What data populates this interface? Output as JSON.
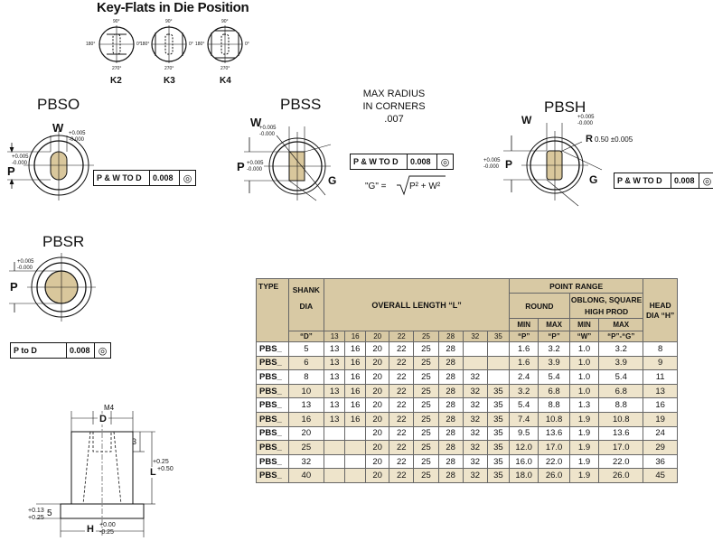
{
  "key_flats": {
    "title": "Key-Flats in Die Position",
    "angles": {
      "top": "90°",
      "left": "180°",
      "right": "0°",
      "bottom": "270°"
    },
    "labels": [
      "K2",
      "K3",
      "K4"
    ]
  },
  "pbso": {
    "title": "PBSO",
    "w": "W",
    "w_tol_plus": "+0.005",
    "w_tol_minus": "-0.000",
    "p": "P",
    "p_tol_plus": "+0.005",
    "p_tol_minus": "-0.000",
    "tol": {
      "label": "P & W TO D",
      "value": "0.008"
    }
  },
  "pbss": {
    "title": "PBSS",
    "w": "W",
    "w_tol_plus": "+0.005",
    "w_tol_minus": "-0.000",
    "p": "P",
    "p_tol_plus": "+0.005",
    "p_tol_minus": "-0.000",
    "g": "G",
    "tol": {
      "label": "P & W TO D",
      "value": "0.008"
    },
    "formula_lhs": "\"G\" =",
    "formula_rhs": "P² + W²"
  },
  "max_radius": {
    "line1": "MAX RADIUS",
    "line2": "IN CORNERS",
    "line3": ".007"
  },
  "pbsh": {
    "title": "PBSH",
    "w": "W",
    "w_tol_plus": "+0.005",
    "w_tol_minus": "-0.000",
    "p": "P",
    "p_tol_plus": "+0.005",
    "p_tol_minus": "-0.000",
    "r": "R",
    "r_value": "0.50 ±0.005",
    "g": "G",
    "tol": {
      "label": "P & W TO D",
      "value": "0.008"
    }
  },
  "pbsr": {
    "title": "PBSR",
    "p": "P",
    "p_tol_plus": "+0.005",
    "p_tol_minus": "-0.000",
    "tol": {
      "label": "P to D",
      "value": "0.008"
    }
  },
  "punch": {
    "m4": "M4",
    "d": "D",
    "three": "3",
    "l": "L",
    "l_tol_plus": "+0.25",
    "l_tol_minus": "+0.50",
    "h": "H",
    "h_tol_plus": "+0.00",
    "h_tol_minus": "-0.25",
    "five": "5",
    "five_tol_plus": "+0.13",
    "five_tol_minus": "+0.25"
  },
  "table": {
    "h_type": "TYPE",
    "h_shank": "SHANK",
    "h_dia": "DIA",
    "h_d": "“D”",
    "h_overall": "OVERALL LENGTH “L”",
    "lengths": [
      "13",
      "16",
      "20",
      "22",
      "25",
      "28",
      "32",
      "35"
    ],
    "h_point_range": "POINT RANGE",
    "h_round": "ROUND",
    "h_oblong": "OBLONG, SQUARE HIGH PROD",
    "h_min": "MIN",
    "h_max": "MAX",
    "h_p": "“P”",
    "h_w": "“W”",
    "h_pg": "“P”-“G”",
    "h_head": "HEAD DIA “H”",
    "rows": [
      {
        "type": "PBS_",
        "d": "5",
        "l": [
          "13",
          "16",
          "20",
          "22",
          "25",
          "28",
          "",
          ""
        ],
        "rmin": "1.6",
        "rmax": "3.2",
        "omin": "1.0",
        "omax": "3.2",
        "h": "8"
      },
      {
        "type": "PBS_",
        "d": "6",
        "l": [
          "13",
          "16",
          "20",
          "22",
          "25",
          "28",
          "",
          ""
        ],
        "rmin": "1.6",
        "rmax": "3.9",
        "omin": "1.0",
        "omax": "3.9",
        "h": "9"
      },
      {
        "type": "PBS_",
        "d": "8",
        "l": [
          "13",
          "16",
          "20",
          "22",
          "25",
          "28",
          "32",
          ""
        ],
        "rmin": "2.4",
        "rmax": "5.4",
        "omin": "1.0",
        "omax": "5.4",
        "h": "11"
      },
      {
        "type": "PBS_",
        "d": "10",
        "l": [
          "13",
          "16",
          "20",
          "22",
          "25",
          "28",
          "32",
          "35"
        ],
        "rmin": "3.2",
        "rmax": "6.8",
        "omin": "1.0",
        "omax": "6.8",
        "h": "13"
      },
      {
        "type": "PBS_",
        "d": "13",
        "l": [
          "13",
          "16",
          "20",
          "22",
          "25",
          "28",
          "32",
          "35"
        ],
        "rmin": "5.4",
        "rmax": "8.8",
        "omin": "1.3",
        "omax": "8.8",
        "h": "16"
      },
      {
        "type": "PBS_",
        "d": "16",
        "l": [
          "13",
          "16",
          "20",
          "22",
          "25",
          "28",
          "32",
          "35"
        ],
        "rmin": "7.4",
        "rmax": "10.8",
        "omin": "1.9",
        "omax": "10.8",
        "h": "19"
      },
      {
        "type": "PBS_",
        "d": "20",
        "l": [
          "",
          "",
          "20",
          "22",
          "25",
          "28",
          "32",
          "35"
        ],
        "rmin": "9.5",
        "rmax": "13.6",
        "omin": "1.9",
        "omax": "13.6",
        "h": "24"
      },
      {
        "type": "PBS_",
        "d": "25",
        "l": [
          "",
          "",
          "20",
          "22",
          "25",
          "28",
          "32",
          "35"
        ],
        "rmin": "12.0",
        "rmax": "17.0",
        "omin": "1.9",
        "omax": "17.0",
        "h": "29"
      },
      {
        "type": "PBS_",
        "d": "32",
        "l": [
          "",
          "",
          "20",
          "22",
          "25",
          "28",
          "32",
          "35"
        ],
        "rmin": "16.0",
        "rmax": "22.0",
        "omin": "1.9",
        "omax": "22.0",
        "h": "36"
      },
      {
        "type": "PBS_",
        "d": "40",
        "l": [
          "",
          "",
          "20",
          "22",
          "25",
          "28",
          "32",
          "35"
        ],
        "rmin": "18.0",
        "rmax": "26.0",
        "omin": "1.9",
        "omax": "26.0",
        "h": "45"
      }
    ]
  },
  "colors": {
    "punch_fill": "#d9c79c",
    "table_header": "#d8c9a4",
    "row_alt": "#eee4cb"
  }
}
